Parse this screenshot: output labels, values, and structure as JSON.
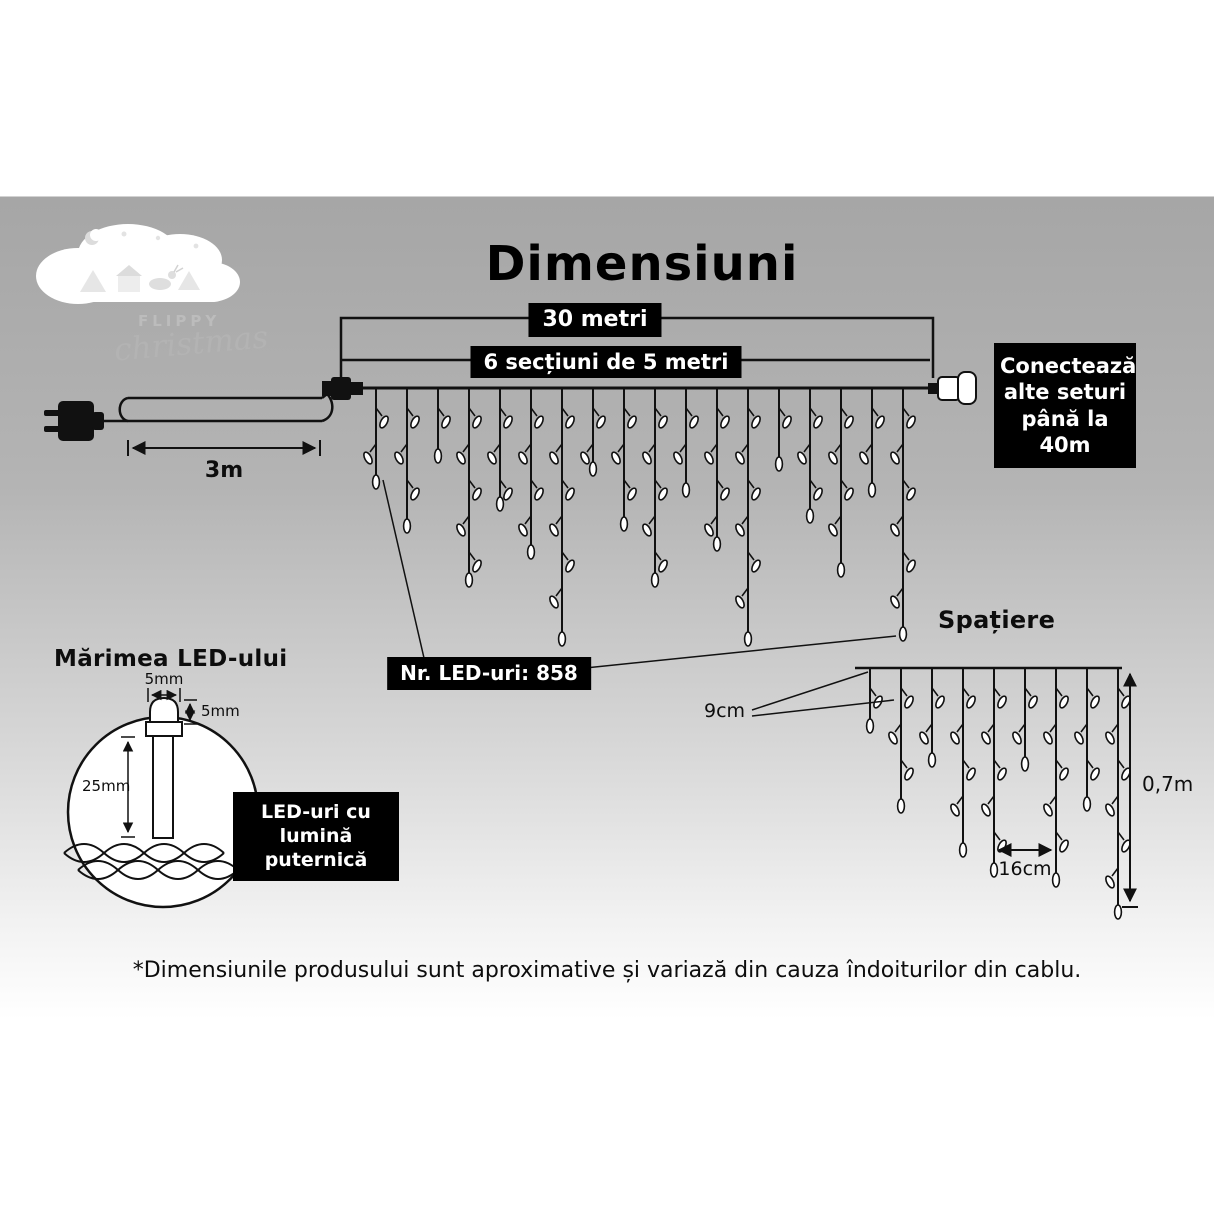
{
  "colors": {
    "line": "#111111",
    "box_bg": "#000000",
    "box_text": "#ffffff",
    "background_gray": "#a6a6a6"
  },
  "page": {
    "title": "Dimensiuni",
    "footnote": "*Dimensiunile produsului sunt aproximative și variază din cauza îndoiturilor din cablu."
  },
  "logo": {
    "brand": "FLIPPY",
    "brand_script": "christmas"
  },
  "main_diagram": {
    "total_length": "30 metri",
    "sections": "6 secțiuni de 5 metri",
    "lead_length": "3m",
    "connect_note": "Conectează alte seturi până la 40m",
    "led_count": "Nr. LED-uri: 858"
  },
  "led_size": {
    "heading": "Mărimea LED-ului",
    "bulb_width": "5mm",
    "bulb_height": "5mm",
    "body_length": "25mm",
    "note": "LED-uri cu lumină puternică"
  },
  "spacing": {
    "heading": "Spațiere",
    "led_gap": "9cm",
    "drop_gap": "16cm",
    "drop_height": "0,7m"
  }
}
